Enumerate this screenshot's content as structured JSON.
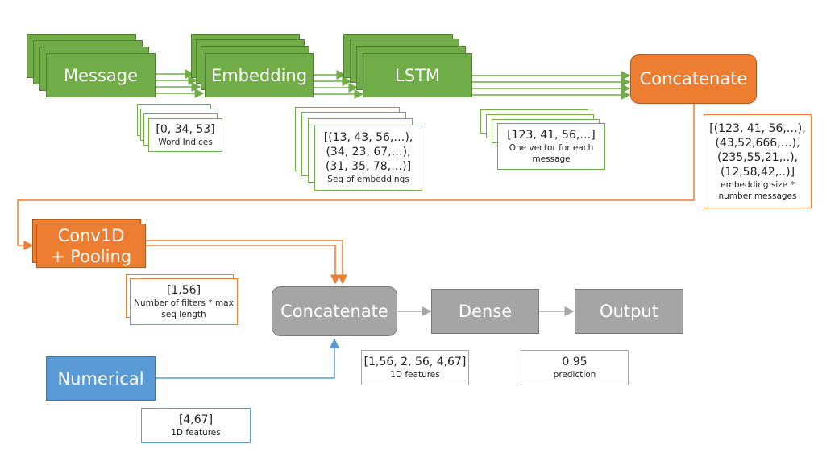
{
  "title": "Neural network architecture diagram",
  "colors": {
    "text_branch": "#70ad47",
    "merge": "#ed7d31",
    "head": "#a5a5a5",
    "numeric": "#5b9bd5"
  },
  "nodes": {
    "message": "Message",
    "embedding": "Embedding",
    "lstm": "LSTM",
    "concatenate_text": "Concatenate",
    "conv1d": "Conv1D\n+ Pooling",
    "conv1d_line1": "Conv1D",
    "conv1d_line2": "+ Pooling",
    "concatenate_final": "Concatenate",
    "dense": "Dense",
    "output": "Output",
    "numerical": "Numerical"
  },
  "annotations": {
    "word_indices": {
      "value": "[0, 34, 53]",
      "caption": "Word Indices"
    },
    "seq_embeddings": {
      "lines": [
        "[(13, 43, 56,…),",
        "(34, 23, 67,…),",
        "(31, 35, 78,…)]"
      ],
      "caption": "Seq of embeddings"
    },
    "lstm_vector": {
      "value": "[123, 41, 56,…]",
      "caption_lines": [
        "One vector for each",
        "message"
      ]
    },
    "concat_matrix": {
      "lines": [
        "[(123, 41, 56,…),",
        "(43,52,666,…),",
        "(235,55,21,..),",
        "(12,58,42,..)]"
      ],
      "caption_lines": [
        "embedding size *",
        "number messages"
      ]
    },
    "conv_output": {
      "value": "[1,56]",
      "caption_lines": [
        "Number of filters * max",
        "seq length"
      ]
    },
    "final_features": {
      "value": "[1,56, 2, 56, 4,67]",
      "caption": "1D features"
    },
    "prediction": {
      "value": "0.95",
      "caption": "prediction"
    },
    "numerical_features": {
      "value": "[4,67]",
      "caption": "1D features"
    }
  }
}
